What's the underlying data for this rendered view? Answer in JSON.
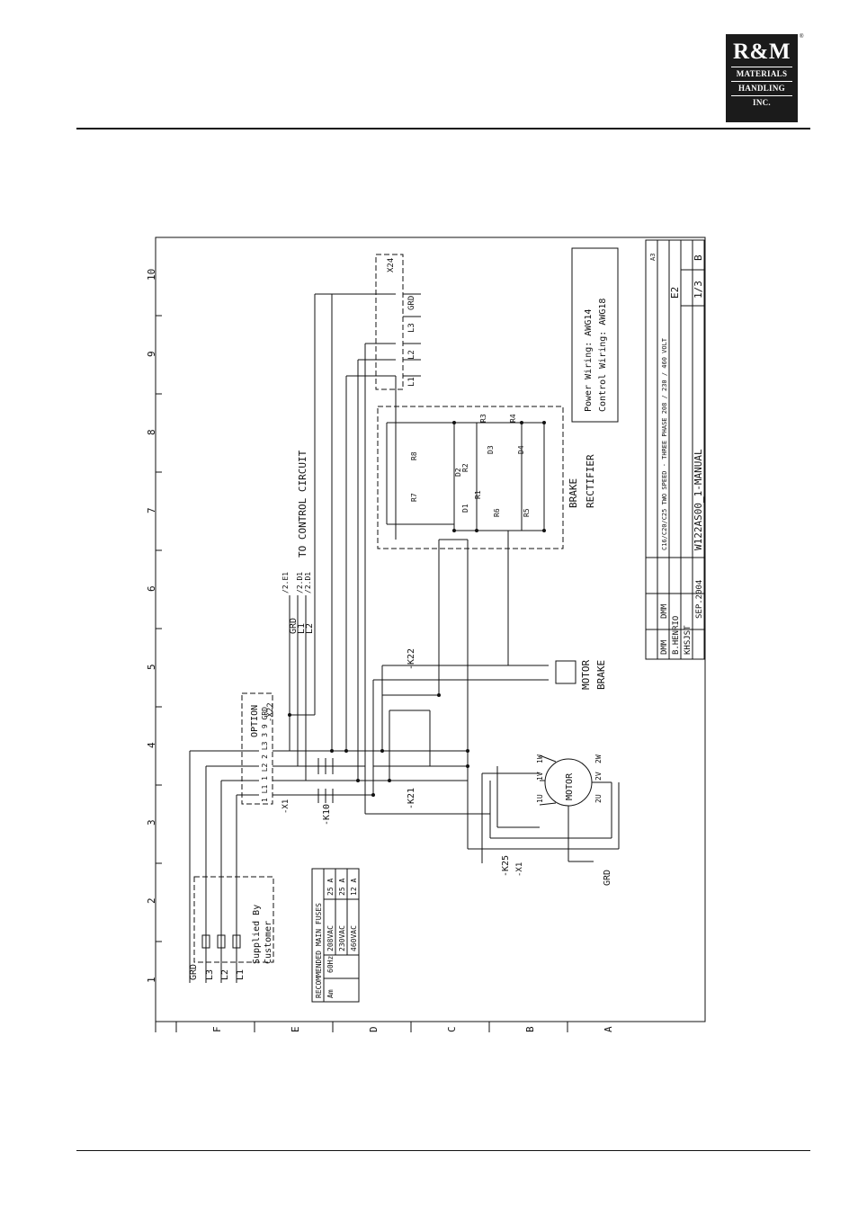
{
  "logo": {
    "brand": "R&M",
    "line1": "MATERIALS",
    "line2": "HANDLING",
    "line3": "INC.",
    "mark": "®"
  },
  "grid": {
    "columns": [
      "1",
      "2",
      "3",
      "4",
      "5",
      "6",
      "7",
      "8",
      "9",
      "10"
    ],
    "rows": [
      "F",
      "E",
      "D",
      "C",
      "B",
      "A"
    ]
  },
  "labels": {
    "control_circuit": "TO CONTROL CIRCUIT",
    "control_lines": [
      "GRD",
      "L1",
      "L2"
    ],
    "control_refs": [
      "/2.E1",
      "/2.D1",
      "/2.D1"
    ],
    "brake_rectifier_1": "BRAKE",
    "brake_rectifier_2": "RECTIFIER",
    "motor": "MOTOR",
    "motor_brake_1": "MOTOR",
    "motor_brake_2": "BRAKE",
    "option": "OPTION",
    "grd_bottom": "GRD",
    "supplied_1": "Supplied By",
    "supplied_2": "Customer",
    "x24": "X24",
    "x22": "-X22",
    "x1": "-X1",
    "x1b": "-X1",
    "k10": "-K10",
    "k21": "-K21",
    "k22": "-K22",
    "k25": "-K25",
    "supply_lines": [
      "GRD",
      "L3",
      "L2",
      "L1"
    ],
    "x24_lines": [
      "L1",
      "L2",
      "L3",
      "GRD"
    ],
    "rectifier_parts": [
      "R3",
      "R4",
      "R8",
      "R7",
      "R2",
      "R1",
      "R6",
      "R5",
      "D1",
      "D2",
      "D3",
      "D4"
    ],
    "terminal_row": "1 L1 1 L2 2 L3 3 9 GRD",
    "motor_terminals": [
      "1U",
      "1V",
      "1W",
      "2U",
      "2V",
      "2W"
    ]
  },
  "wiring_note": {
    "line1": "Power Wiring: AWG14",
    "line2": "Control Wiring: AWG18"
  },
  "fuses": {
    "title": "RECOMMENDED MAIN FUSES",
    "unit": "Am",
    "freq": "60Hz",
    "rows": [
      {
        "voltage": "208VAC",
        "amps": "25 A"
      },
      {
        "voltage": "230VAC",
        "amps": "25 A"
      },
      {
        "voltage": "460VAC",
        "amps": "12 A"
      }
    ]
  },
  "title_block": {
    "drawn": "DMM",
    "appr": "DMM",
    "design": "B.HENRIO",
    "checked": "KHSJST",
    "date": "SEP.2004",
    "title": "C16/C20/C25 TWO SPEED - THREE PHASE 208 / 230 / 460 VOLT",
    "drawing_no": "W122AS00_1-MANUAL",
    "sheet": "E2",
    "sheet_of": "1/3",
    "issue": "B",
    "size": "A3"
  }
}
